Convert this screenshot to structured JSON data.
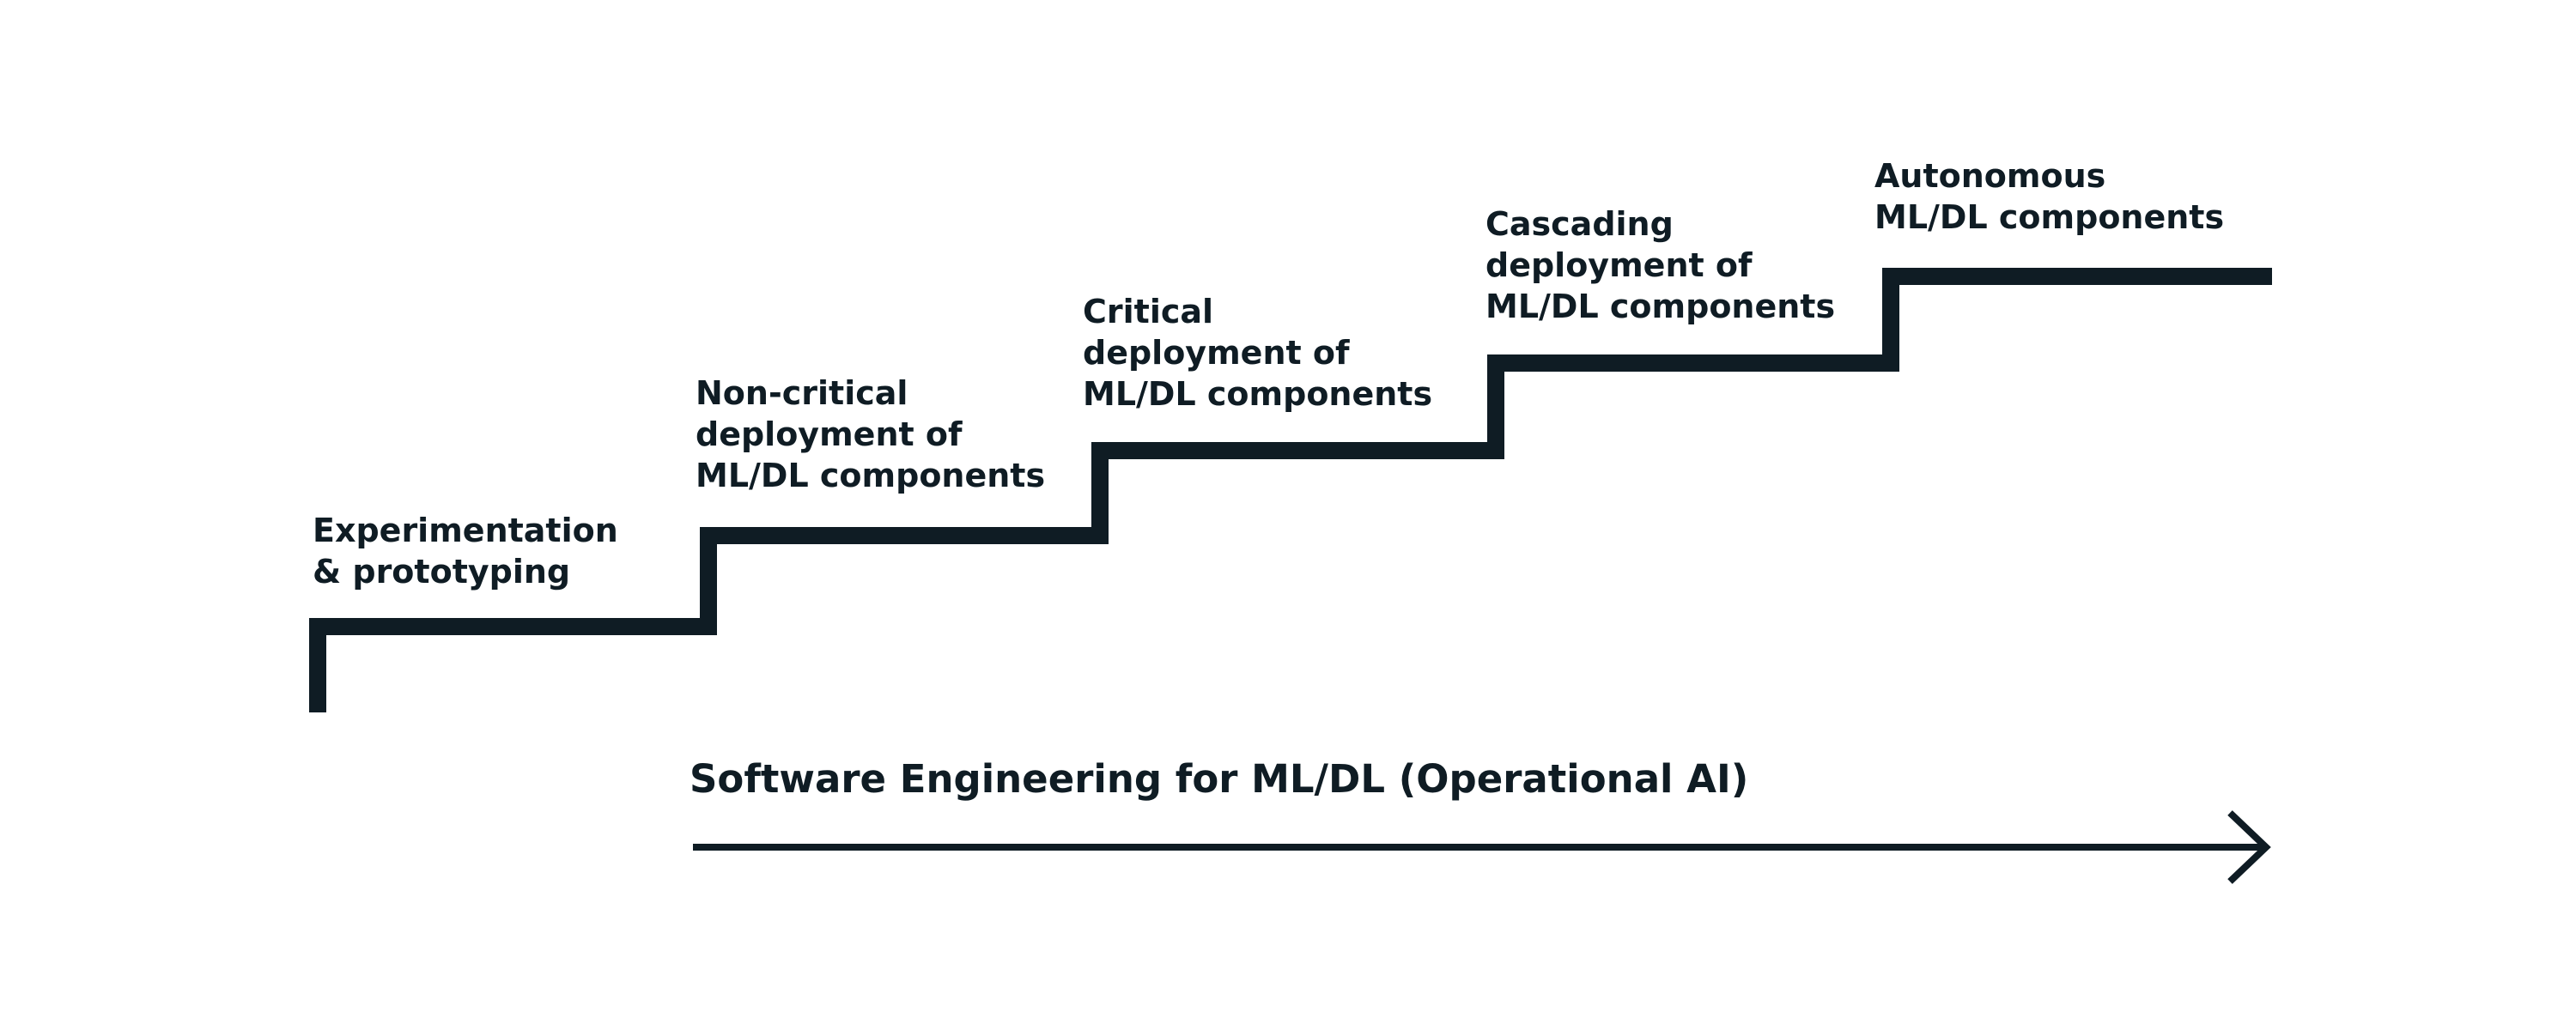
{
  "diagram": {
    "stages": [
      {
        "label": "Experimentation\n& prototyping"
      },
      {
        "label": "Non-critical\ndeployment of\nML/DL components"
      },
      {
        "label": "Critical\ndeployment of\nML/DL components"
      },
      {
        "label": "Cascading\ndeployment of\nML/DL components"
      },
      {
        "label": "Autonomous\nML/DL components"
      }
    ],
    "axis_title": "Software Engineering for ML/DL (Operational AI)"
  },
  "colors": {
    "ink": "#0f1c24",
    "background": "#ffffff"
  }
}
